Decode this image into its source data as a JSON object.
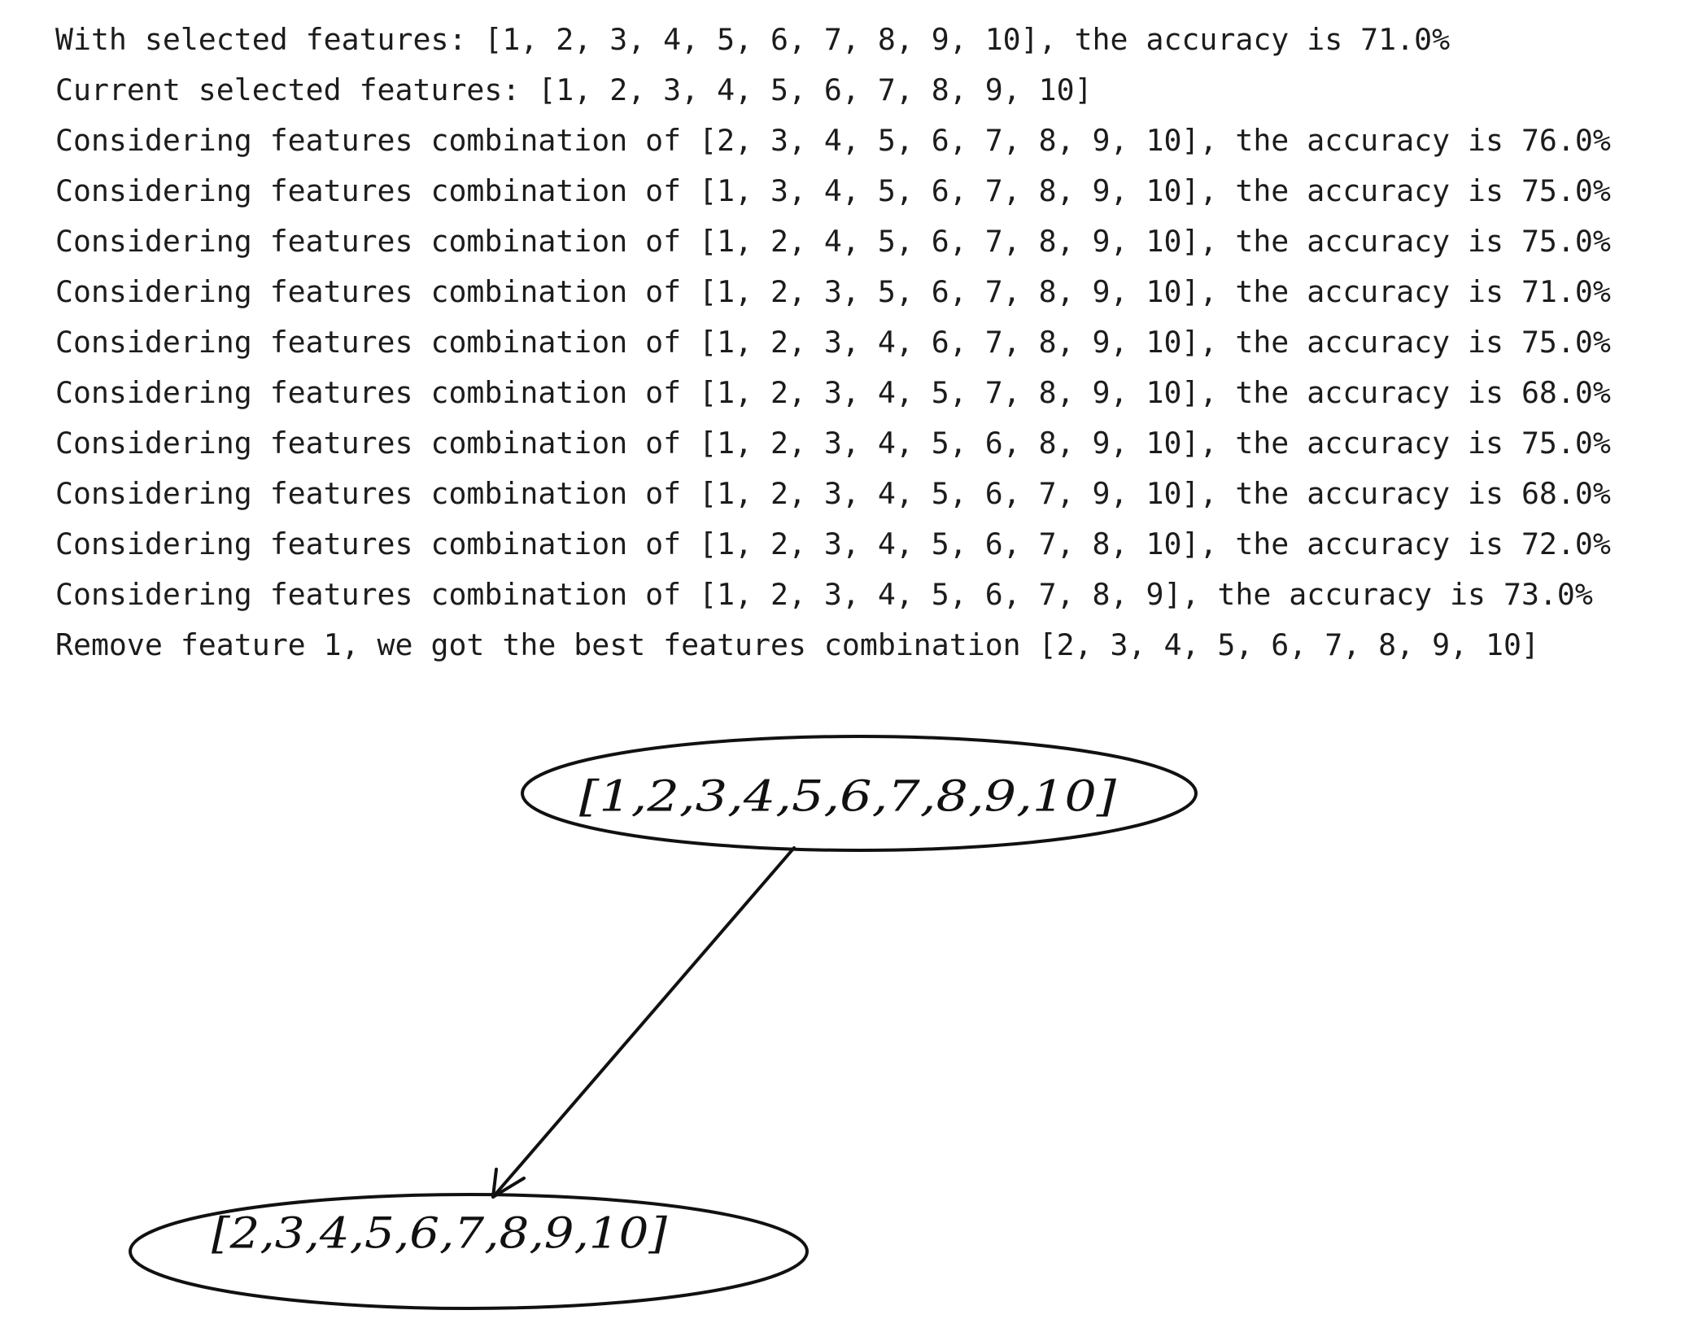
{
  "console": {
    "lines": [
      "With selected features: [1, 2, 3, 4, 5, 6, 7, 8, 9, 10], the accuracy is 71.0%",
      "Current selected features: [1, 2, 3, 4, 5, 6, 7, 8, 9, 10]",
      "Considering features combination of [2, 3, 4, 5, 6, 7, 8, 9, 10], the accuracy is 76.0%",
      "Considering features combination of [1, 3, 4, 5, 6, 7, 8, 9, 10], the accuracy is 75.0%",
      "Considering features combination of [1, 2, 4, 5, 6, 7, 8, 9, 10], the accuracy is 75.0%",
      "Considering features combination of [1, 2, 3, 5, 6, 7, 8, 9, 10], the accuracy is 71.0%",
      "Considering features combination of [1, 2, 3, 4, 6, 7, 8, 9, 10], the accuracy is 75.0%",
      "Considering features combination of [1, 2, 3, 4, 5, 7, 8, 9, 10], the accuracy is 68.0%",
      "Considering features combination of [1, 2, 3, 4, 5, 6, 8, 9, 10], the accuracy is 75.0%",
      "Considering features combination of [1, 2, 3, 4, 5, 6, 7, 9, 10], the accuracy is 68.0%",
      "Considering features combination of [1, 2, 3, 4, 5, 6, 7, 8, 10], the accuracy is 72.0%",
      "Considering features combination of [1, 2, 3, 4, 5, 6, 7, 8, 9], the accuracy is 73.0%",
      "Remove feature 1, we got the best features combination [2, 3, 4, 5, 6, 7, 8, 9, 10]"
    ]
  },
  "diagram": {
    "root_node": {
      "label": "[1,2,3,4,5,6,7,8,9,10]"
    },
    "child_node": {
      "label": "[2,3,4,5,6,7,8,9,10]"
    },
    "stroke_color": "#111111"
  }
}
